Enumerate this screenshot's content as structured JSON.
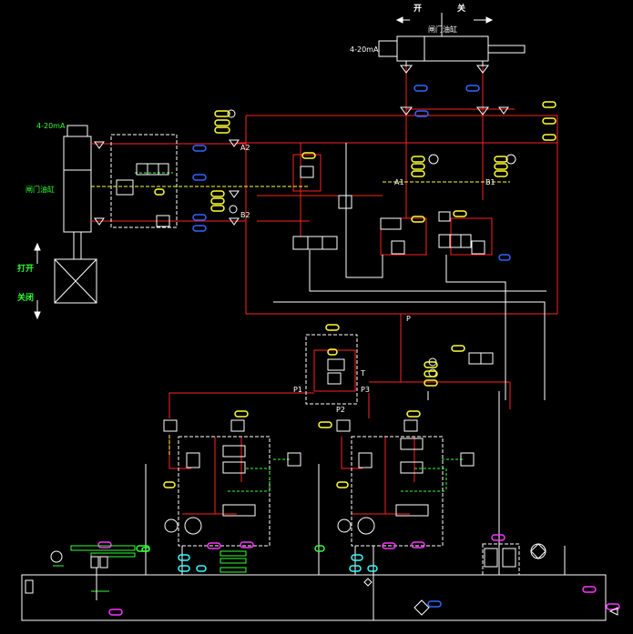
{
  "labels": {
    "open_top": "开",
    "close_top": "关",
    "gate_cylinder_top": "闸门油缸",
    "signal_top": "4-20mA",
    "signal_left": "4-20mA",
    "gate_cylinder_left": "闸门油缸",
    "open_left": "打开",
    "close_left": "关闭",
    "port_a1": "A1",
    "port_b1": "B1",
    "port_a2": "A2",
    "port_b2": "B2",
    "port_p": "P",
    "port_p1": "P1",
    "port_p2": "P2",
    "port_p3": "P3",
    "port_t": "T"
  },
  "colors": {
    "pressure_line": "#ff2222",
    "frame_line": "#ffffff",
    "aux_line": "#ffff33",
    "pilot_line": "#33ff33",
    "tag_pink": "#ff33ff",
    "tag_blue": "#3366ff",
    "tag_yellow": "#ffff33",
    "tag_green": "#33ff33",
    "tag_cyan": "#33ffff"
  },
  "icons": [
    "cylinder-icon",
    "valve-block-icon",
    "pump-motor-icon",
    "filter-icon",
    "check-valve-icon",
    "pressure-gauge-icon",
    "accumulator-icon"
  ]
}
